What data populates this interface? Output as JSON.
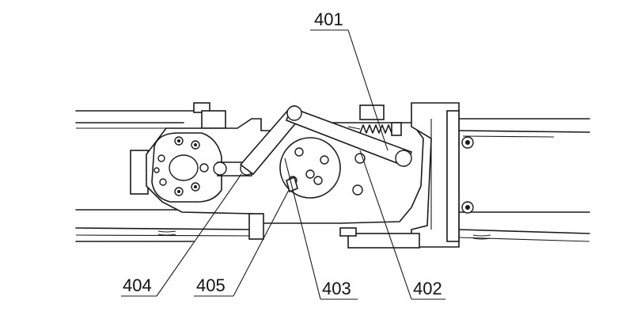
{
  "labels": {
    "l401": "401",
    "l402": "402",
    "l403": "403",
    "l404": "404",
    "l405": "405"
  },
  "colors": {
    "line": "#1a1a1a",
    "background": "#ffffff"
  }
}
